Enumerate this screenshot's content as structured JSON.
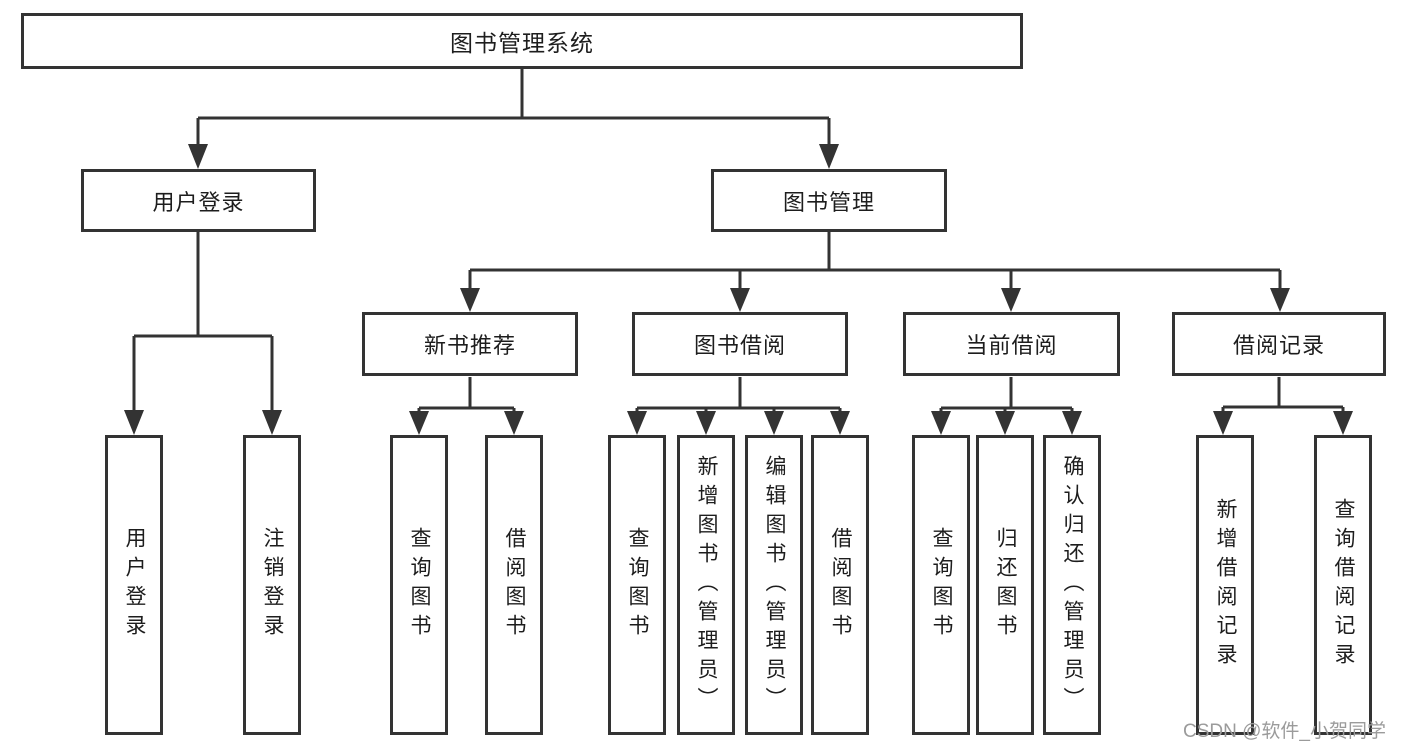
{
  "diagram": {
    "title": "图书管理系统",
    "tree": {
      "label": "图书管理系统",
      "children": [
        {
          "label": "用户登录",
          "children": [
            {
              "label": "用户登录"
            },
            {
              "label": "注销登录"
            }
          ]
        },
        {
          "label": "图书管理",
          "children": [
            {
              "label": "新书推荐",
              "children": [
                {
                  "label": "查询图书"
                },
                {
                  "label": "借阅图书"
                }
              ]
            },
            {
              "label": "图书借阅",
              "children": [
                {
                  "label": "查询图书"
                },
                {
                  "label": "新增图书（管理员）"
                },
                {
                  "label": "编辑图书（管理员）"
                },
                {
                  "label": "借阅图书"
                }
              ]
            },
            {
              "label": "当前借阅",
              "children": [
                {
                  "label": "查询图书"
                },
                {
                  "label": "归还图书"
                },
                {
                  "label": "确认归还（管理员）"
                }
              ]
            },
            {
              "label": "借阅记录",
              "children": [
                {
                  "label": "新增借阅记录"
                },
                {
                  "label": "查询借阅记录"
                }
              ]
            }
          ]
        }
      ]
    },
    "watermark": "CSDN @软件_小贺同学",
    "colors": {
      "line": "#333333",
      "box_border": "#333333",
      "box_fill": "#ffffff",
      "text": "#1d1d1d",
      "watermark": "#9b9b9b",
      "background": "#ffffff"
    }
  }
}
